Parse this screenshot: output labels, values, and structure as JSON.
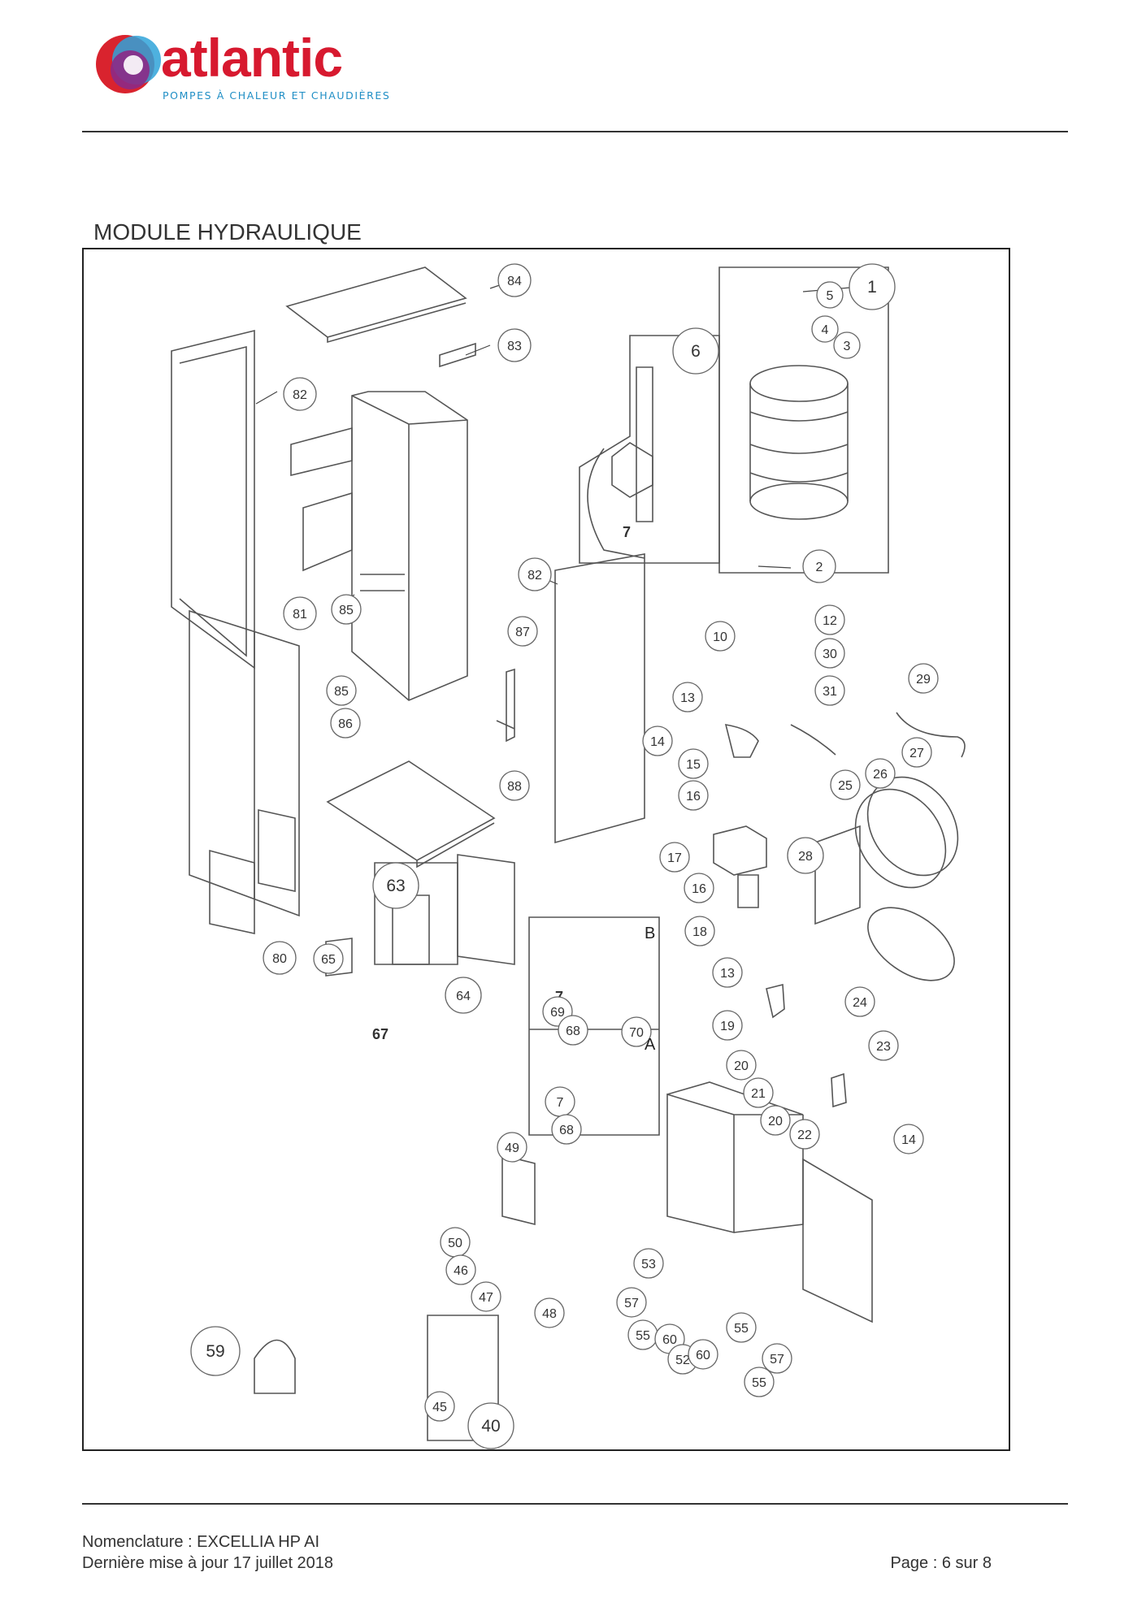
{
  "header": {
    "brand_name": "atlantic",
    "brand_tagline": "POMPES À CHALEUR ET CHAUDIÈRES"
  },
  "section_title": "MODULE HYDRAULIQUE",
  "diagram": {
    "box_labels": {
      "B": "B",
      "A": "A"
    },
    "callouts": [
      {
        "id": "84",
        "text": "84"
      },
      {
        "id": "83",
        "text": "83"
      },
      {
        "id": "82a",
        "text": "82"
      },
      {
        "id": "82b",
        "text": "82"
      },
      {
        "id": "81",
        "text": "81"
      },
      {
        "id": "85a",
        "text": "85"
      },
      {
        "id": "85b",
        "text": "85"
      },
      {
        "id": "86",
        "text": "86"
      },
      {
        "id": "87",
        "text": "87"
      },
      {
        "id": "88",
        "text": "88"
      },
      {
        "id": "80",
        "text": "80"
      },
      {
        "id": "63",
        "text": "63"
      },
      {
        "id": "64",
        "text": "64"
      },
      {
        "id": "65",
        "text": "65"
      },
      {
        "id": "67",
        "text": "67"
      },
      {
        "id": "1",
        "text": "1"
      },
      {
        "id": "5",
        "text": "5"
      },
      {
        "id": "4",
        "text": "4"
      },
      {
        "id": "3",
        "text": "3"
      },
      {
        "id": "6",
        "text": "6"
      },
      {
        "id": "7a",
        "text": "7"
      },
      {
        "id": "2",
        "text": "2"
      },
      {
        "id": "10",
        "text": "10"
      },
      {
        "id": "12",
        "text": "12"
      },
      {
        "id": "30",
        "text": "30"
      },
      {
        "id": "31",
        "text": "31"
      },
      {
        "id": "29",
        "text": "29"
      },
      {
        "id": "13a",
        "text": "13"
      },
      {
        "id": "14a",
        "text": "14"
      },
      {
        "id": "15",
        "text": "15"
      },
      {
        "id": "16a",
        "text": "16"
      },
      {
        "id": "17",
        "text": "17"
      },
      {
        "id": "16b",
        "text": "16"
      },
      {
        "id": "18",
        "text": "18"
      },
      {
        "id": "27",
        "text": "27"
      },
      {
        "id": "26",
        "text": "26"
      },
      {
        "id": "25",
        "text": "25"
      },
      {
        "id": "28",
        "text": "28"
      },
      {
        "id": "24",
        "text": "24"
      },
      {
        "id": "13b",
        "text": "13"
      },
      {
        "id": "19",
        "text": "19"
      },
      {
        "id": "20a",
        "text": "20"
      },
      {
        "id": "21",
        "text": "21"
      },
      {
        "id": "23",
        "text": "23"
      },
      {
        "id": "20b",
        "text": "20"
      },
      {
        "id": "22",
        "text": "22"
      },
      {
        "id": "14b",
        "text": "14"
      },
      {
        "id": "7b",
        "text": "7"
      },
      {
        "id": "69",
        "text": "69"
      },
      {
        "id": "68a",
        "text": "68"
      },
      {
        "id": "70",
        "text": "70"
      },
      {
        "id": "7c",
        "text": "7"
      },
      {
        "id": "68b",
        "text": "68"
      },
      {
        "id": "49",
        "text": "49"
      },
      {
        "id": "50",
        "text": "50"
      },
      {
        "id": "46",
        "text": "46"
      },
      {
        "id": "47",
        "text": "47"
      },
      {
        "id": "48",
        "text": "48"
      },
      {
        "id": "53",
        "text": "53"
      },
      {
        "id": "57a",
        "text": "57"
      },
      {
        "id": "55a",
        "text": "55"
      },
      {
        "id": "60a",
        "text": "60"
      },
      {
        "id": "52",
        "text": "52"
      },
      {
        "id": "60b",
        "text": "60"
      },
      {
        "id": "55b",
        "text": "55"
      },
      {
        "id": "57b",
        "text": "57"
      },
      {
        "id": "55c",
        "text": "55"
      },
      {
        "id": "59",
        "text": "59"
      },
      {
        "id": "45",
        "text": "45"
      },
      {
        "id": "40",
        "text": "40"
      }
    ]
  },
  "footer": {
    "nomenclature": "Nomenclature : EXCELLIA HP AI",
    "last_update": "Dernière mise à jour 17 juillet 2018",
    "page": "Page : 6 sur 8"
  }
}
